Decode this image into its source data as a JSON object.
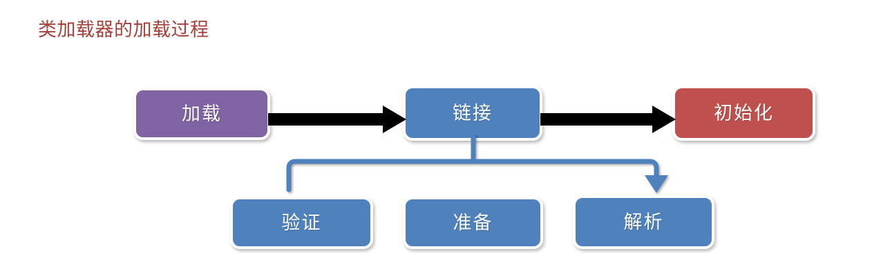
{
  "slide": {
    "title": "类加载器的加载过程",
    "background_color": "#FFFFFF",
    "title_color": "#A8403A"
  },
  "diagram": {
    "type": "process-flow",
    "palette": {
      "purple": "#7F63A2",
      "blue": "#4F81BD",
      "red": "#C0504D",
      "arrow_black": "#000000",
      "connector_blue": "#4F81BD",
      "box_border": "#FFFFFF"
    },
    "main_flow": [
      {
        "id": "load",
        "label": "加载",
        "color": "#7F63A2"
      },
      {
        "id": "link",
        "label": "链接",
        "color": "#4F81BD"
      },
      {
        "id": "init",
        "label": "初始化",
        "color": "#C0504D"
      }
    ],
    "sub_steps": [
      {
        "id": "verify",
        "label": "验证",
        "color": "#4F81BD"
      },
      {
        "id": "prepare",
        "label": "准备",
        "color": "#4F81BD"
      },
      {
        "id": "resolve",
        "label": "解析",
        "color": "#4F81BD"
      }
    ],
    "connectors": [
      {
        "id": "arrow-load-link",
        "from": "load",
        "to": "link",
        "style": "block-arrow",
        "color": "#000000"
      },
      {
        "id": "arrow-link-init",
        "from": "link",
        "to": "init",
        "style": "block-arrow",
        "color": "#000000"
      },
      {
        "id": "branch-connector",
        "from": "link",
        "to": [
          "verify",
          "prepare",
          "resolve"
        ],
        "style": "brace-branch",
        "color": "#4F81BD"
      }
    ]
  }
}
